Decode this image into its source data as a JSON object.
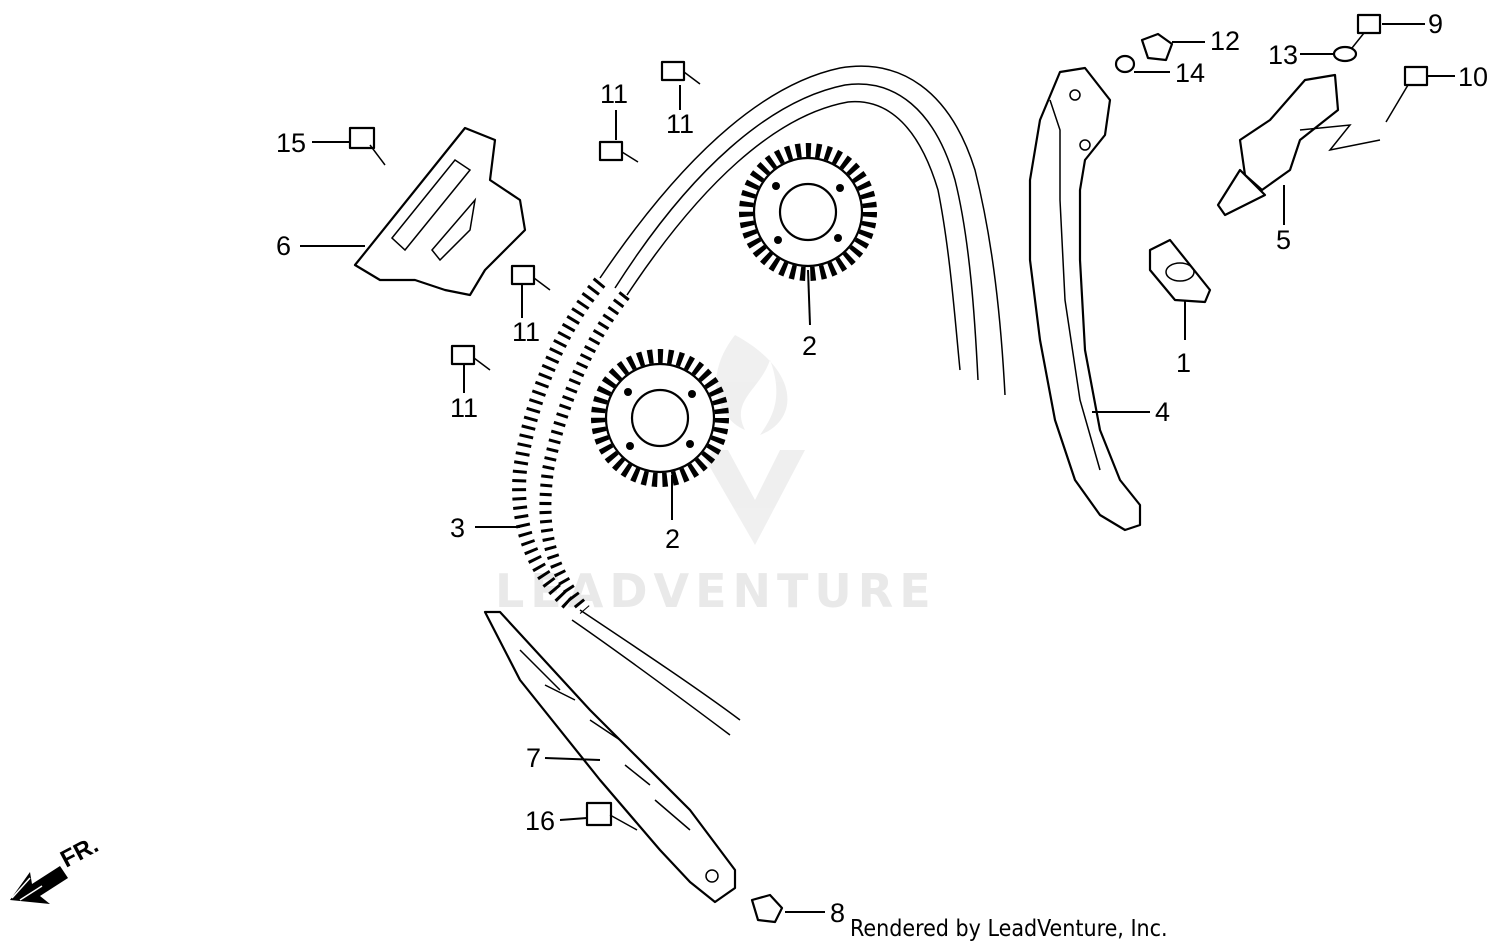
{
  "callouts": {
    "c1": "1",
    "c2a": "2",
    "c2b": "2",
    "c3": "3",
    "c4": "4",
    "c5": "5",
    "c6": "6",
    "c7": "7",
    "c8": "8",
    "c9": "9",
    "c10": "10",
    "c11a": "11",
    "c11b": "11",
    "c11c": "11",
    "c11d": "11",
    "c12": "12",
    "c13": "13",
    "c14": "14",
    "c15": "15",
    "c16": "16"
  },
  "direction_label": "FR.",
  "watermark": "LEADVENTURE",
  "credit": "Rendered by LeadVenture, Inc.",
  "colors": {
    "ink": "#000000",
    "watermark": "#e9e9e9"
  }
}
